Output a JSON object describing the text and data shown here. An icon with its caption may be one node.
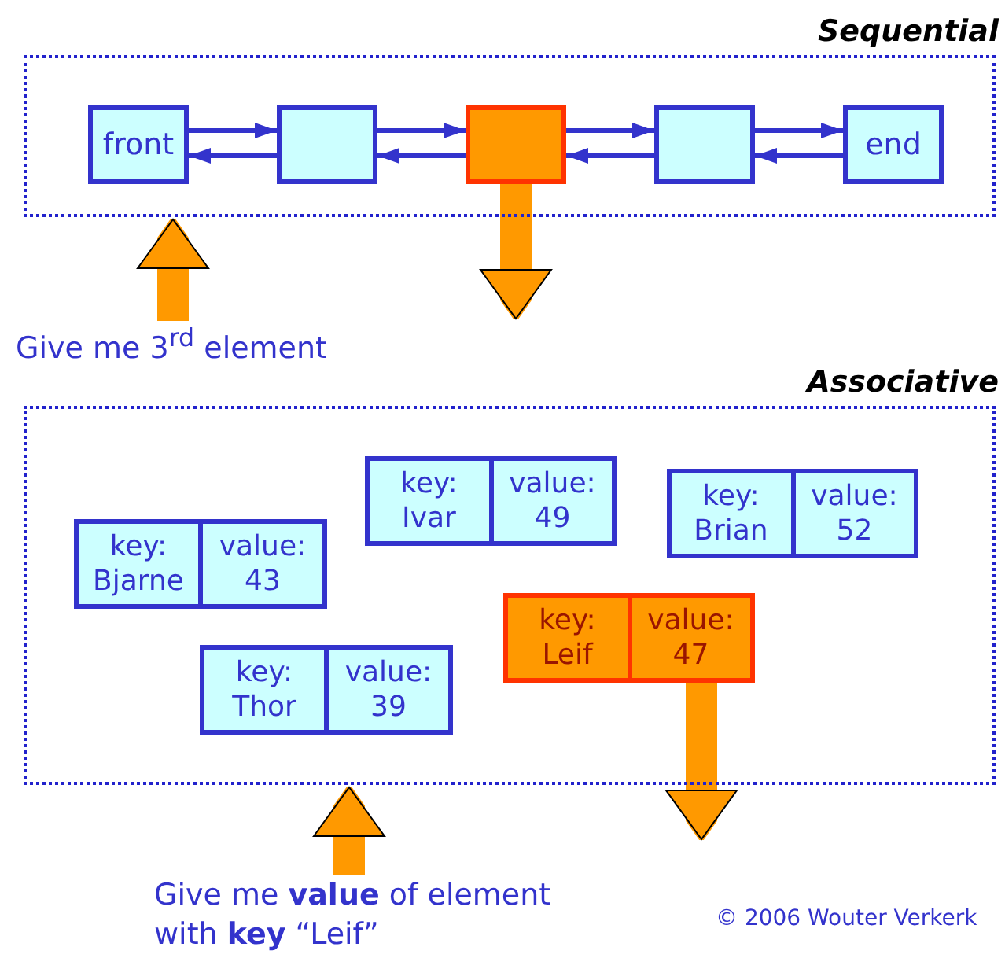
{
  "diagram": {
    "nodes": [
      {
        "text": [
          "Sequential"
        ]
      },
      {
        "text": [
          "front"
        ],
        "in": 0
      },
      {
        "text": [],
        "shape": "box",
        "in": 0
      },
      {
        "text": [],
        "shape": "box",
        "in": 0
      },
      {
        "text": [],
        "shape": "box",
        "in": 0
      },
      {
        "text": [
          "end"
        ],
        "in": 0
      },
      {
        "text": [
          "Give me 3$^{rd}$ element"
        ]
      },
      {
        "text": [
          "Associative"
        ]
      },
      {
        "text": [
          "key: Ivar",
          "value: 49"
        ],
        "in": 7
      },
      {
        "text": [
          "key: Brian",
          "value: 52"
        ],
        "in": 7
      },
      {
        "text": [
          "key: Bjarne",
          "value: 43"
        ],
        "in": 7
      },
      {
        "text": [
          "key: Leif",
          "value: 47"
        ],
        "in": 7
      },
      {
        "text": [
          "key: Thor",
          "value: 39"
        ],
        "in": 7
      },
      {
        "text": [
          "Give me **value** of element with **key** “Leif”"
        ]
      }
    ],
    "edges": [
      {
        "from": 1,
        "to": 2,
        "arrow": "to"
      },
      {
        "from": 2,
        "to": 1,
        "arrow": "to"
      },
      {
        "from": 2,
        "to": 3,
        "arrow": "to"
      },
      {
        "from": 3,
        "to": 2,
        "arrow": "to"
      },
      {
        "from": 3,
        "to": 4,
        "arrow": "to"
      },
      {
        "from": 4,
        "to": 3,
        "arrow": "to"
      },
      {
        "from": 4,
        "to": 5,
        "arrow": "to"
      },
      {
        "from": 5,
        "to": 4,
        "arrow": "to"
      },
      {
        "from": 3,
        "to": null,
        "arrow": "to",
        "style": "thick",
        "color": "#ff9900"
      },
      {
        "from": 6,
        "to": 0,
        "arrow": "to",
        "style": "thick",
        "color": "#ff9900"
      },
      {
        "from": 11,
        "to": null,
        "arrow": "to",
        "style": "thick",
        "color": "#ff9900"
      },
      {
        "from": 13,
        "to": 7,
        "arrow": "to",
        "style": "thick",
        "color": "#ff9900"
      }
    ],
    "labels": [
      "© 2006 Wouter Verkerk"
    ]
  }
}
